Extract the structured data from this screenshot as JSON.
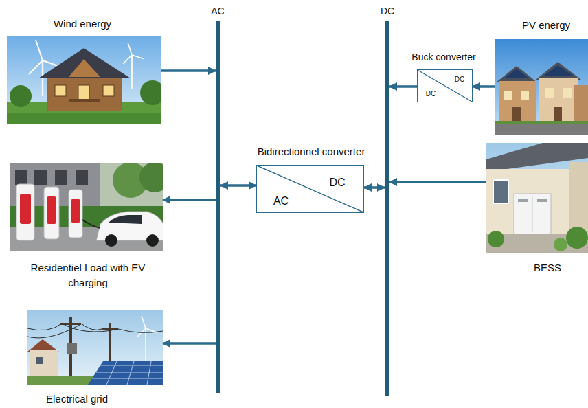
{
  "diagram": {
    "nodes": [
      {
        "text": [
          "Wind energy"
        ]
      },
      {
        "text": [
          "AC"
        ]
      },
      {
        "text": [
          "DC"
        ]
      },
      {
        "text": [
          "PV energy"
        ]
      },
      {
        "text": [
          "Buck converter",
          "DC",
          "DC"
        ]
      },
      {
        "text": [
          "Bidirectionnel converter",
          "DC",
          "AC"
        ]
      },
      {
        "text": [
          "BESS"
        ]
      },
      {
        "text": [
          "Residentiel Load with EV charging"
        ]
      },
      {
        "text": [
          "Electrical grid"
        ]
      }
    ],
    "edges": [
      {
        "from": 0,
        "to": 1,
        "arrow": "to"
      },
      {
        "from": 3,
        "to": 4,
        "arrow": "to"
      },
      {
        "from": 4,
        "to": 2,
        "arrow": "to"
      },
      {
        "from": 1,
        "to": 5,
        "arrow": "both"
      },
      {
        "from": 5,
        "to": 2,
        "arrow": "both"
      },
      {
        "from": 6,
        "to": 2,
        "arrow": "to"
      },
      {
        "from": 1,
        "to": 7,
        "arrow": "to"
      },
      {
        "from": 1,
        "to": 8,
        "arrow": "to"
      }
    ]
  }
}
